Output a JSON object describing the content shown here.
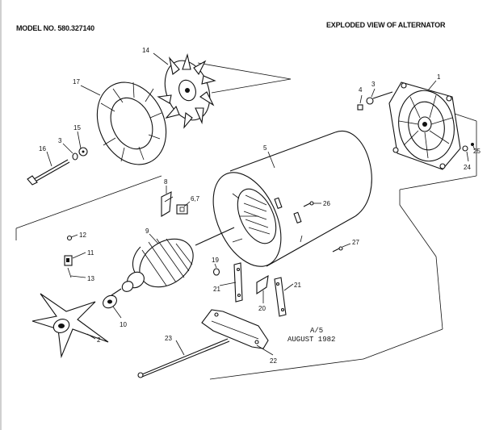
{
  "header": {
    "model": "MODEL NO. 580.327140",
    "title": "EXPLODED VIEW OF ALTERNATOR"
  },
  "stamp": {
    "revision": "A/5",
    "date": "AUGUST 1982"
  },
  "callouts": [
    "1",
    "2",
    "3",
    "4",
    "5",
    "6,7",
    "8",
    "9",
    "10",
    "11",
    "12",
    "13",
    "14",
    "15",
    "16",
    "17",
    "19",
    "20",
    "21",
    "22",
    "23",
    "24",
    "25",
    "26",
    "27"
  ],
  "parts_shown": [
    "end-bell",
    "fan-blade",
    "rotor-armature",
    "stator-housing",
    "brush-holder",
    "mounting-base",
    "through-bolt",
    "blower-housing"
  ]
}
